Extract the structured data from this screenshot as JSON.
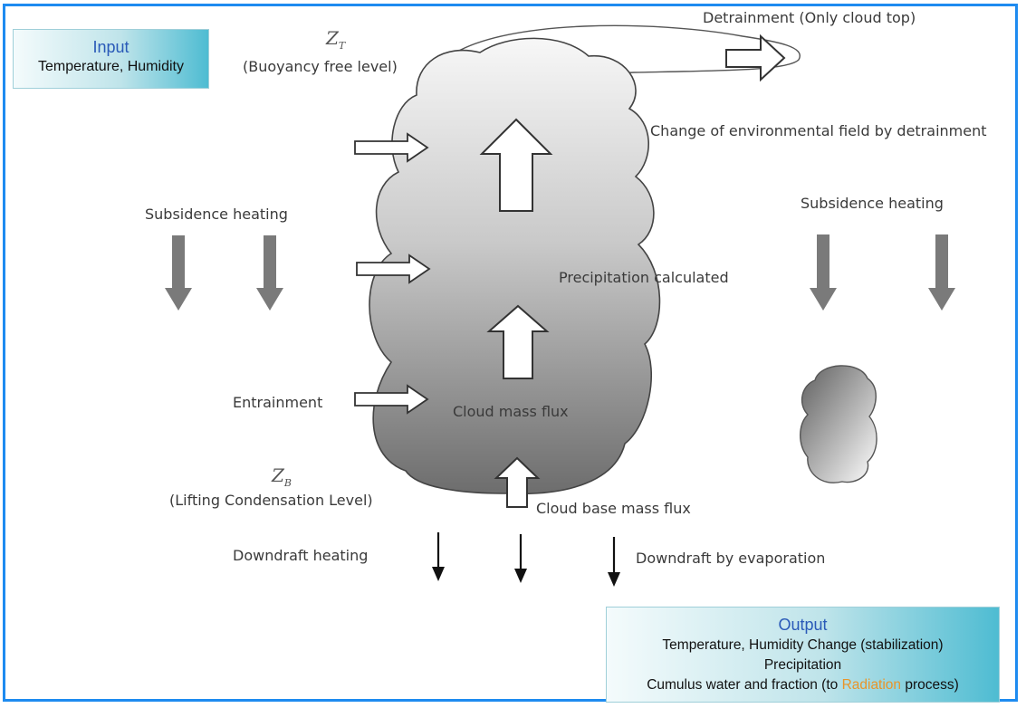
{
  "input_box": {
    "title": "Input",
    "text": "Temperature, Humidity"
  },
  "zt": {
    "symbol": "Z",
    "sub": "T",
    "label": "(Buoyancy free level)"
  },
  "zb": {
    "symbol": "Z",
    "sub": "B",
    "label": "(Lifting Condensation Level)"
  },
  "detrainment": "Detrainment (Only cloud top)",
  "env_change": "Change of environmental field by detrainment",
  "subsidence_left": "Subsidence heating",
  "subsidence_right": "Subsidence heating",
  "precipitation": "Precipitation calculated",
  "entrainment": "Entrainment",
  "cloud_mass_flux": "Cloud mass flux",
  "cloud_base_mass_flux": "Cloud base mass flux",
  "downdraft_heating": "Downdraft heating",
  "downdraft_evaporation": "Downdraft by evaporation",
  "output_box": {
    "title": "Output",
    "line1": "Temperature, Humidity Change (stabilization)",
    "line2": "Precipitation",
    "line3_before": "Cumulus water and fraction (to ",
    "line3_highlight": "Radiation",
    "line3_after": " process)"
  },
  "colors": {
    "frame": "#1e8bf0",
    "highlight": "#e8952a",
    "output_title": "#2a5ab8"
  }
}
